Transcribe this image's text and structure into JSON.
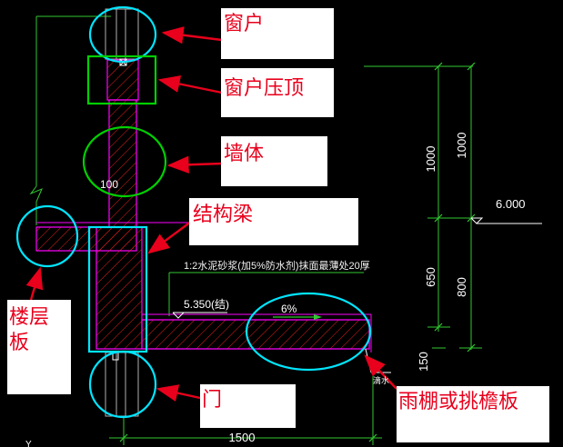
{
  "callouts": {
    "window": "窗户",
    "window_cap": "窗户压顶",
    "wall": "墙体",
    "beam": "结构梁",
    "floor_slab": "楼层板",
    "door": "门",
    "canopy": "雨棚或挑檐板"
  },
  "dimensions": {
    "d1000a": "1000",
    "d1000b": "1000",
    "d650": "650",
    "d800": "800",
    "d150": "150",
    "d1500": "1500",
    "d100": "100"
  },
  "annotations": {
    "elevation_top": "6.000",
    "elevation_canopy": "5.350(结)",
    "slope": "6%",
    "mortar_note": "1:2水泥砂浆(加5%防水剂)抹面最薄处20厚",
    "drip": "滴水",
    "ucs": "Y"
  },
  "colors": {
    "callout_text": "#e8001c",
    "highlight_cyan": "#00e5ff",
    "highlight_green": "#00d000",
    "arrow_red": "#e8001c",
    "dim_green": "#32c832",
    "section_magenta": "#ff00ff"
  }
}
